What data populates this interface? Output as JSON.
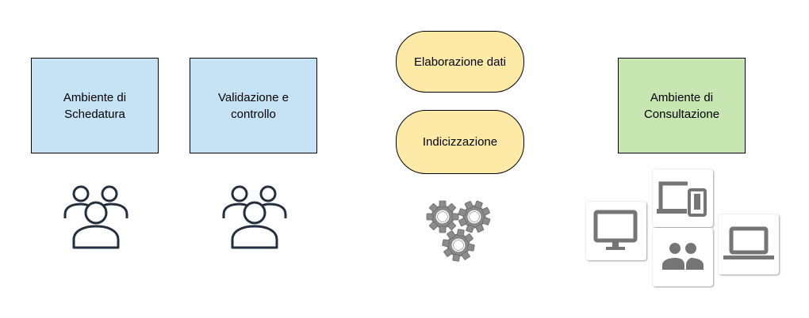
{
  "nodes": {
    "schedatura": {
      "label": "Ambiente di\nSchedatura"
    },
    "validazione": {
      "label": "Validazione e\ncontrollo"
    },
    "elaborazione": {
      "label": "Elaborazione dati"
    },
    "indicizzazione": {
      "label": "Indicizzazione"
    },
    "consultazione": {
      "label": "Ambiente di\nConsultazione"
    }
  },
  "colors": {
    "blue_box": "#c6e3f6",
    "green_box": "#c8e6b1",
    "yellow_pill": "#fdeaa7",
    "users_icon": "#232f3e",
    "gear_icon": "#8c8c8c",
    "device_icon": "#757575"
  },
  "icons": {
    "users_1": "users-group-icon",
    "users_2": "users-group-icon",
    "gears": "gears-icon",
    "monitor": "desktop-monitor-icon",
    "devices": "desktop-mobile-devices-icon",
    "people": "people-group-icon",
    "laptop": "laptop-icon"
  }
}
